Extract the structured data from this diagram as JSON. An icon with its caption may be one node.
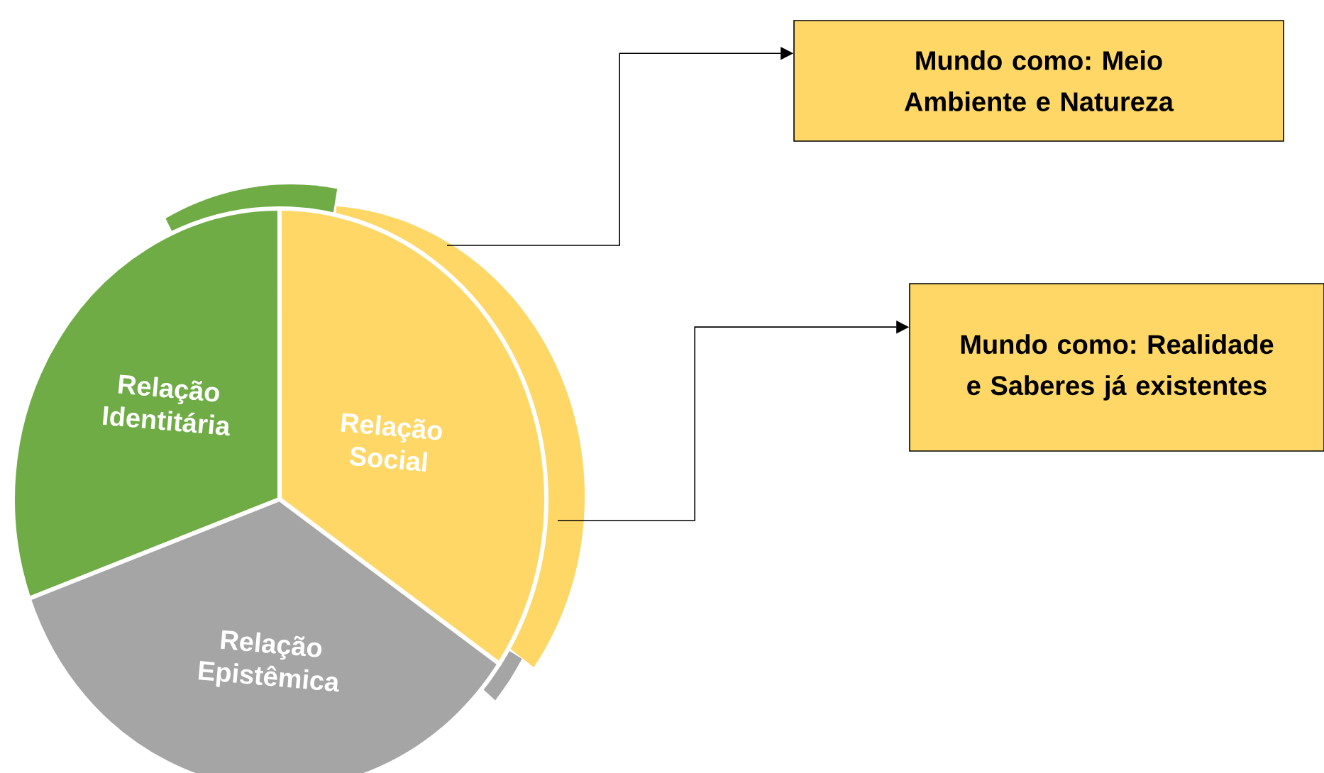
{
  "diagram": {
    "nodes": [
      {
        "text": [
          "Relação Identitária"
        ]
      },
      {
        "text": [
          "Relação Social"
        ]
      },
      {
        "text": [
          "Relação Epistêmica"
        ]
      },
      {
        "text": [
          "Mundo como: Meio Ambiente e Natureza"
        ]
      },
      {
        "text": [
          "Mundo como: Realidade e Saberes já existentes"
        ]
      }
    ],
    "edges": [
      {
        "from": 1,
        "to": 3,
        "arrow": "to"
      },
      {
        "from": 1,
        "to": 4,
        "arrow": "to"
      }
    ]
  }
}
